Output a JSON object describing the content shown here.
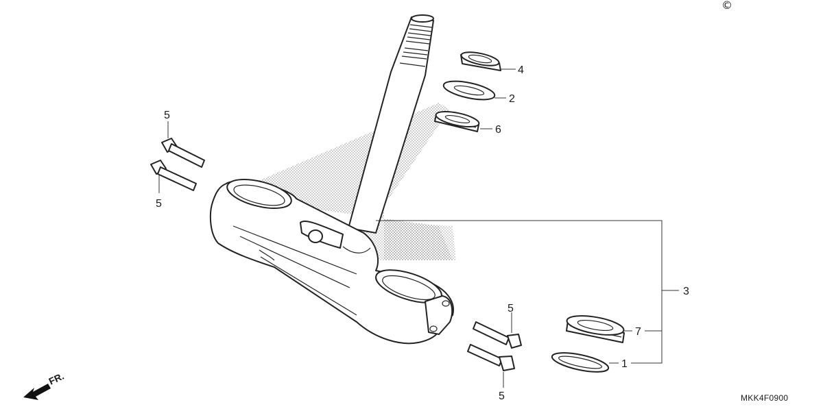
{
  "diagram": {
    "copyright_symbol": "©",
    "code": "MKK4F0900",
    "fr_label": "FR.",
    "callouts": {
      "c4": "4",
      "c2": "2",
      "c6": "6",
      "c5_top_upper": "5",
      "c5_top_lower": "5",
      "c3": "3",
      "c5_bottom_upper": "5",
      "c7": "7",
      "c1": "1",
      "c5_bottom_lower": "5"
    }
  }
}
